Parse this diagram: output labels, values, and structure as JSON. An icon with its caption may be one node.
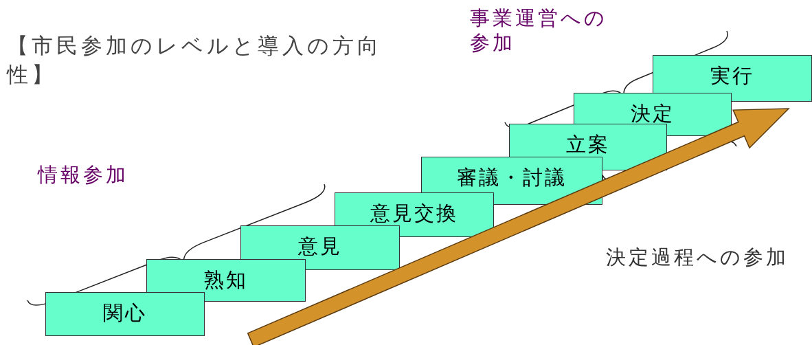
{
  "diagram": {
    "title": "【市民参加のレベルと導入の方向性】",
    "nodes": [
      {
        "text": [
          "関心"
        ]
      },
      {
        "text": [
          "熟知"
        ]
      },
      {
        "text": [
          "意見"
        ]
      },
      {
        "text": [
          "意見交換"
        ]
      },
      {
        "text": [
          "審議・討議"
        ]
      },
      {
        "text": [
          "立案"
        ]
      },
      {
        "text": [
          "決定"
        ]
      },
      {
        "text": [
          "実行"
        ]
      }
    ],
    "edges": [],
    "labels": [
      "事業運営への参加",
      "情報参加",
      "決定過程への参加"
    ]
  }
}
